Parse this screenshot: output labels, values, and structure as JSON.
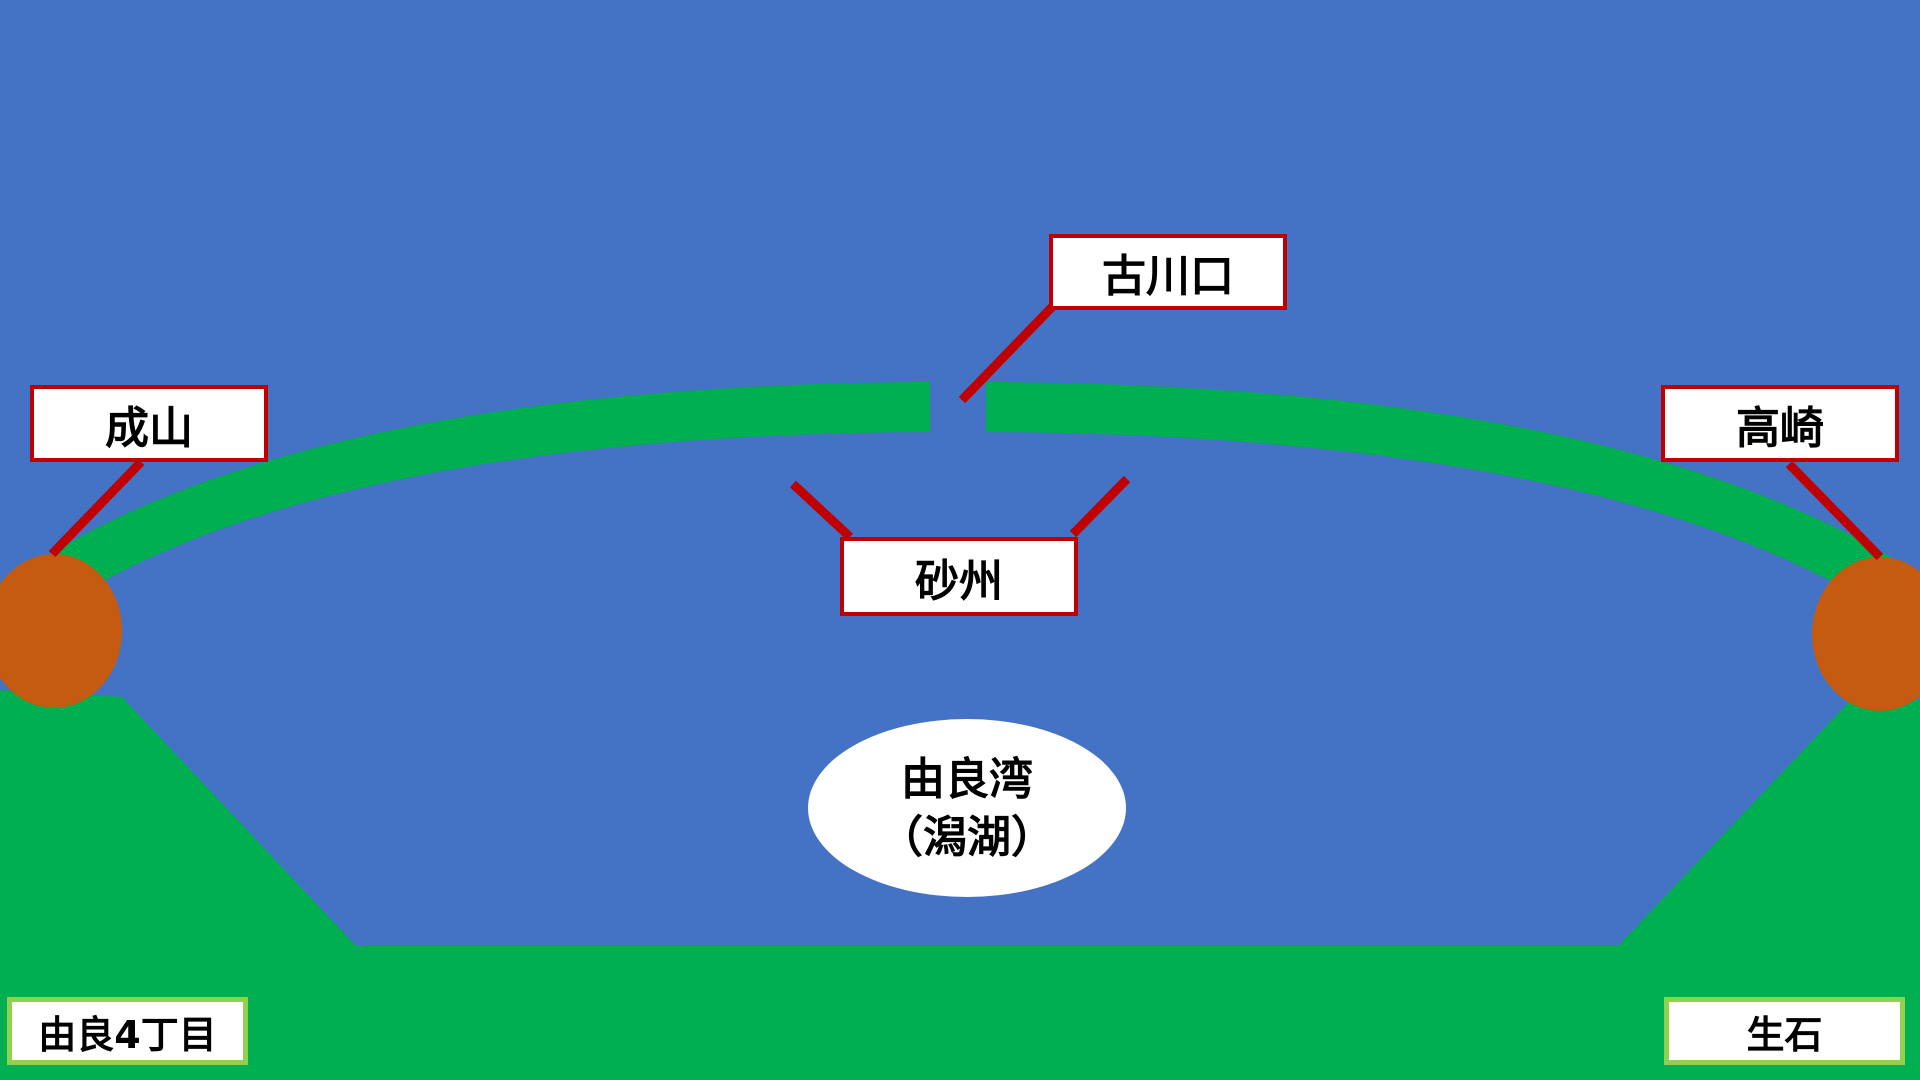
{
  "colors": {
    "sea": "#4472c4",
    "land": "#00b050",
    "headland": "#c55a11",
    "leader_line": "#c00000",
    "label_border_red": "#c00000",
    "label_border_green": "#92d050",
    "label_fill": "#ffffff"
  },
  "labels": {
    "furukawaguchi": "古川口",
    "naruyama": "成山",
    "takasaki": "高崎",
    "sasu": "砂州",
    "yura_4chome": "由良4丁目",
    "oishi": "生石"
  },
  "lake": {
    "line1": "由良湾",
    "line2": "（潟湖）"
  }
}
